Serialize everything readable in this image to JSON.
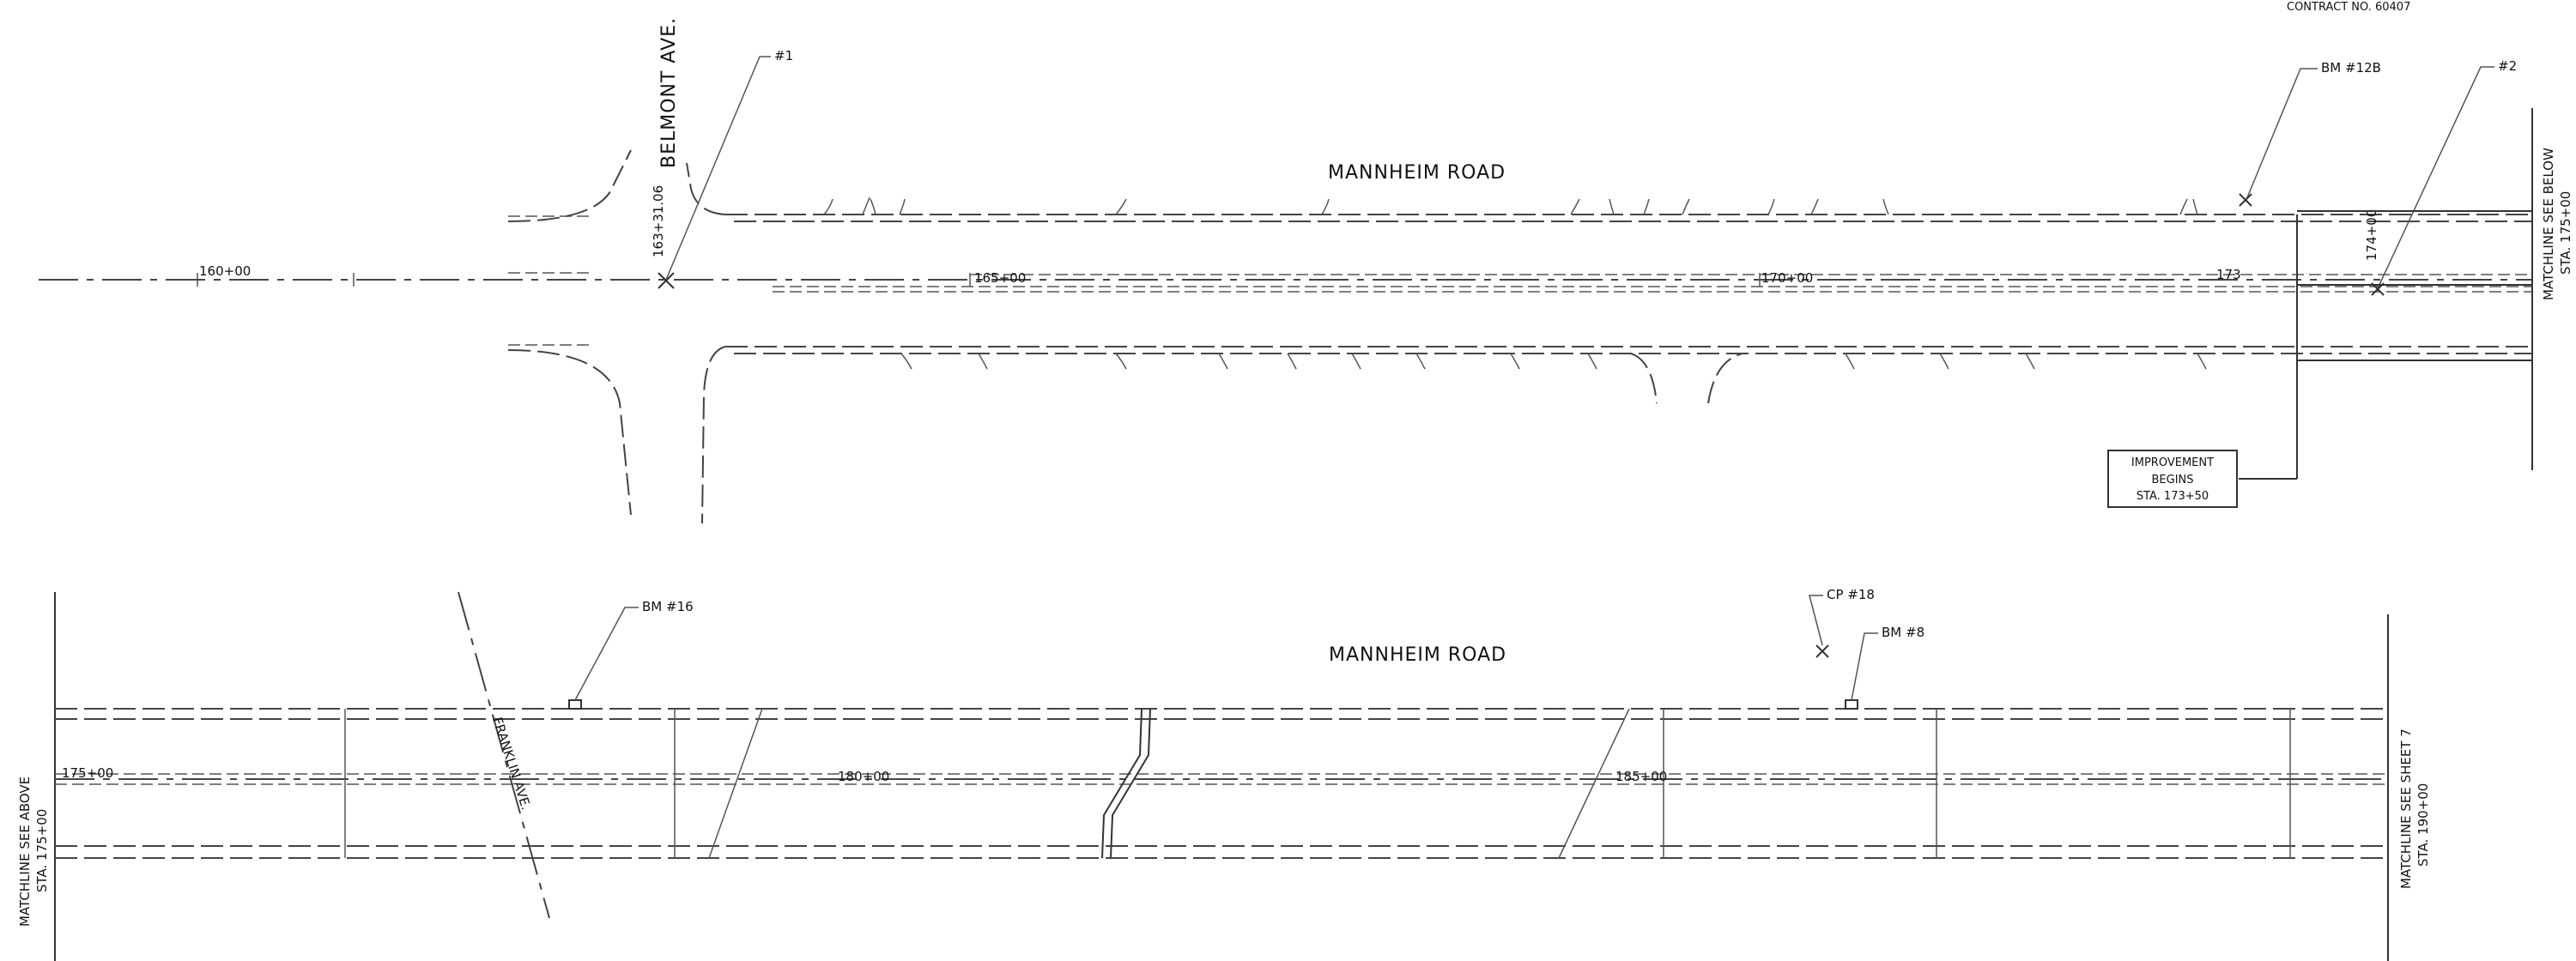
{
  "contract": "CONTRACT NO. 60407",
  "road_name": "MANNHEIM ROAD",
  "road_name_lower": "MANNHEIM ROAD",
  "cross_streets": {
    "belmont": "BELMONT AVE.",
    "franklin": "FRANKLIN AVE."
  },
  "stations": {
    "s160": "160+00",
    "s165": "165+00",
    "s170": "170+00",
    "s173": "173",
    "s174": "174+00",
    "s175": "175+00",
    "s180": "180+00",
    "s185": "185+00",
    "belmont_sta": "163+31.06"
  },
  "callouts": {
    "pt1": "#1",
    "pt2": "#2",
    "bm12b": "BM #12B",
    "bm16": "BM #16",
    "cp18": "CP #18",
    "bm8": "BM #8"
  },
  "improvement": {
    "line1": "IMPROVEMENT",
    "line2": "BEGINS",
    "line3": "STA. 173+50"
  },
  "matchlines": {
    "top_right_1": "MATCHLINE SEE BELOW",
    "top_right_2": "STA. 175+00",
    "bottom_left_1": "MATCHLINE SEE ABOVE",
    "bottom_left_2": "STA. 175+00",
    "bottom_right_1": "MATCHLINE SEE SHEET 7",
    "bottom_right_2": "STA. 190+00"
  }
}
